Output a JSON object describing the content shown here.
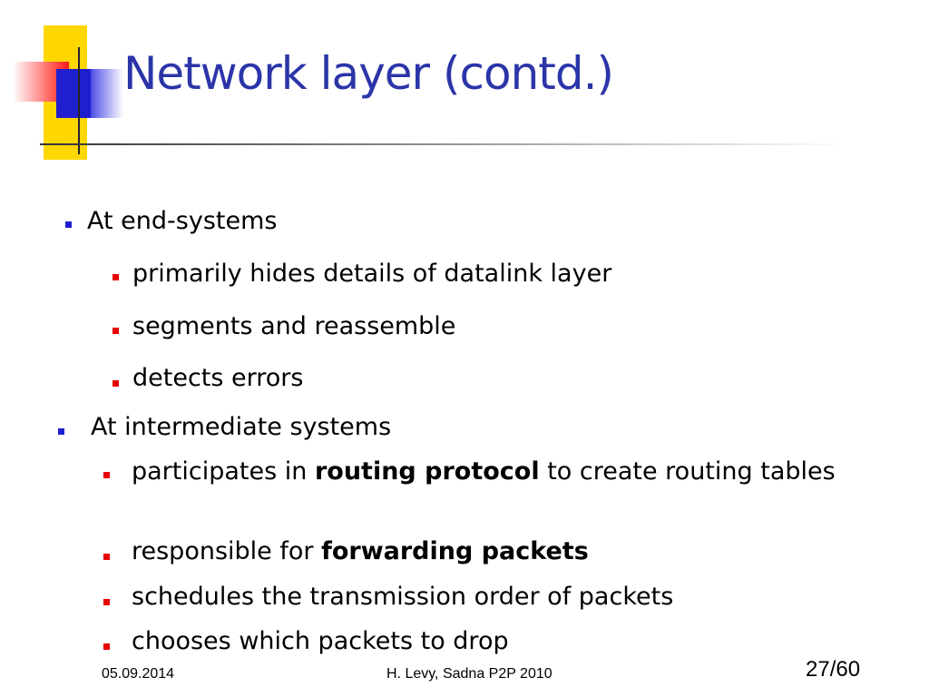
{
  "slide": {
    "title": "Network layer (contd.)",
    "items": [
      {
        "level": 1,
        "text": "At end-systems"
      },
      {
        "level": 2,
        "text": "primarily hides details of datalink layer"
      },
      {
        "level": 2,
        "text": "segments and reassemble"
      },
      {
        "level": 2,
        "text": "detects errors"
      },
      {
        "level": 1,
        "text": "At intermediate systems"
      },
      {
        "level": 2,
        "pre": "participates in ",
        "bold": "routing protocol",
        "post": " to create routing tables"
      },
      {
        "level": 2,
        "pre": "responsible for ",
        "bold": "forwarding packets",
        "post": ""
      },
      {
        "level": 2,
        "text": "schedules the transmission order of packets"
      },
      {
        "level": 2,
        "text": "chooses which packets to drop"
      }
    ]
  },
  "footer": {
    "date": "05.09.2014",
    "author": "H. Levy,  Sadna P2P 2010",
    "page": "27/60"
  },
  "colors": {
    "title": "#2b35a8",
    "bullet_level1": "#1f1fd0",
    "bullet_level2": "#e80000",
    "logo_yellow": "#ffd700",
    "logo_red": "#ff1a1a",
    "logo_blue": "#1f1fd0"
  }
}
